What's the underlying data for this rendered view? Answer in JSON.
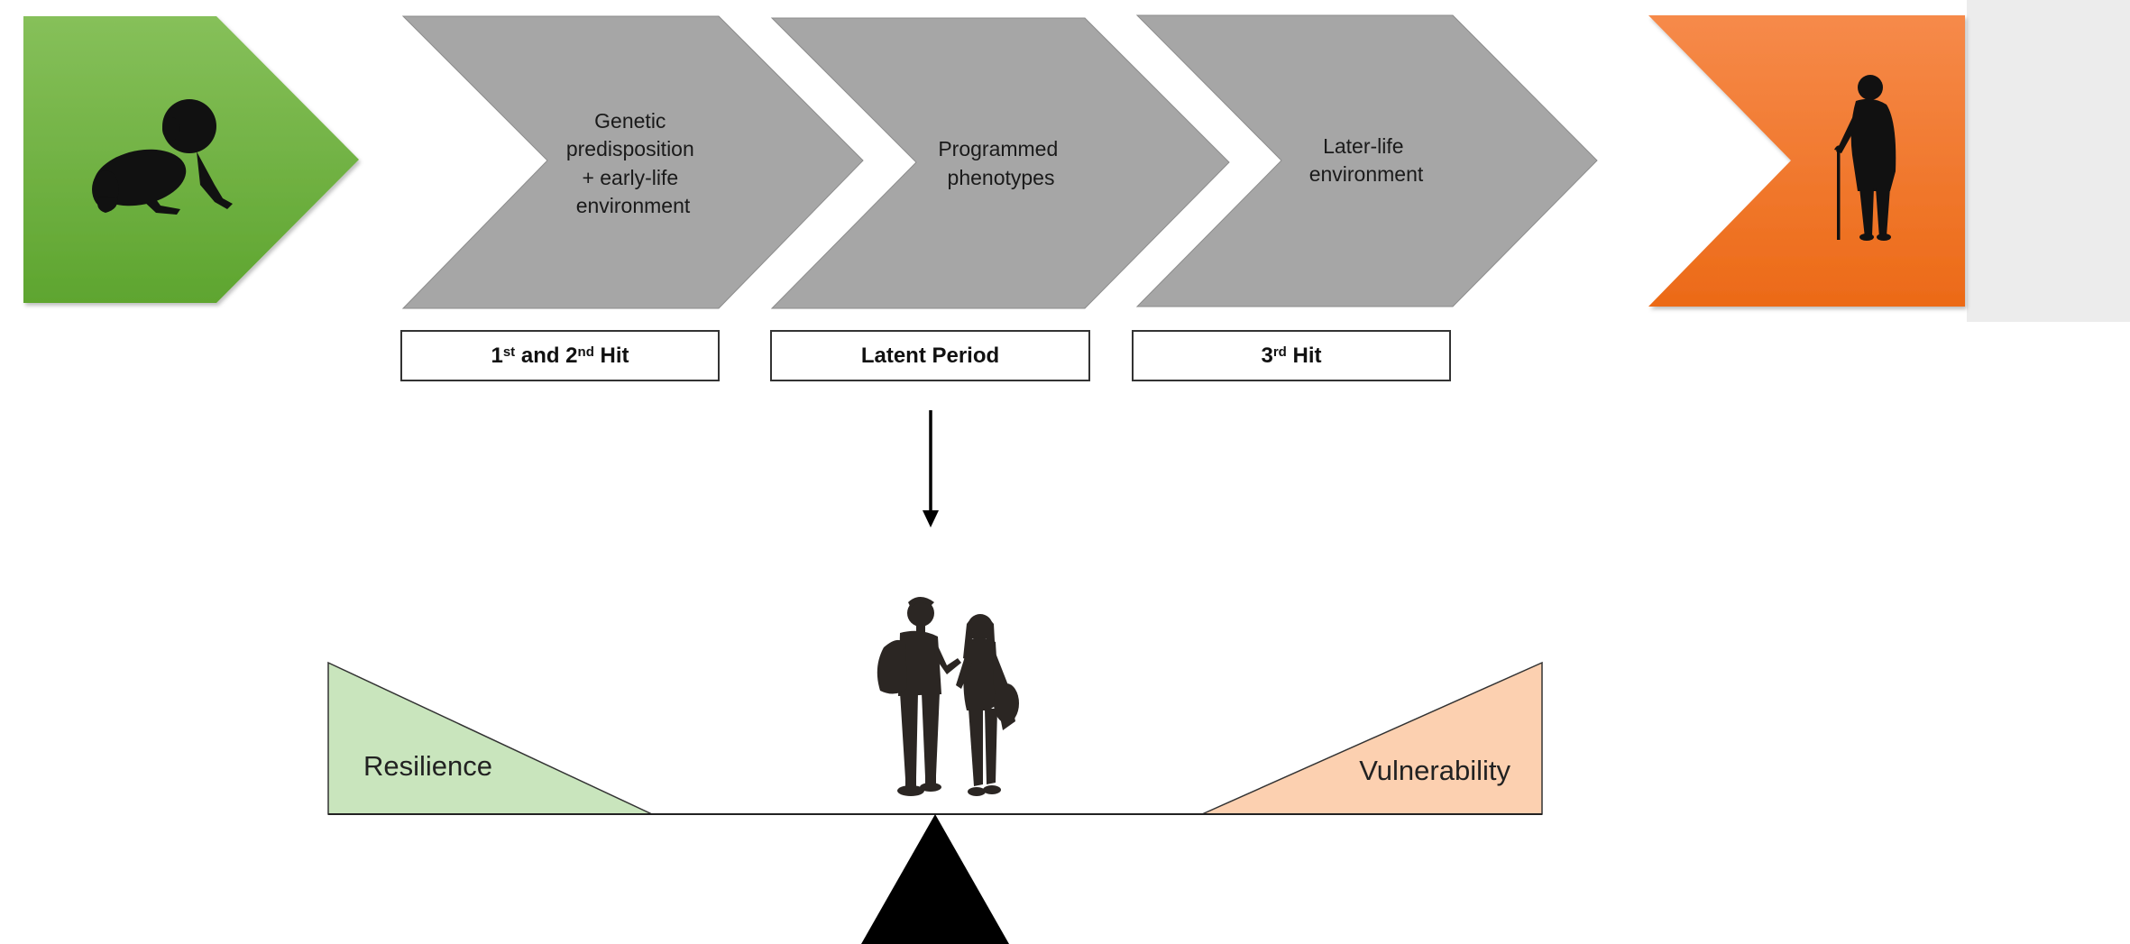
{
  "stages": [
    {
      "id": "stage-1",
      "lines": [
        "Genetic",
        "predisposition",
        "+ early-life",
        "environment"
      ]
    },
    {
      "id": "stage-2",
      "lines": [
        "Programmed",
        "phenotypes"
      ]
    },
    {
      "id": "stage-3",
      "lines": [
        "Later-life",
        "environment"
      ]
    }
  ],
  "hits": [
    {
      "main": "1",
      "sup1": "st",
      "mid": " and 2",
      "sup2": "nd",
      "tail": " Hit"
    },
    {
      "main": "Latent Period"
    },
    {
      "main": "3",
      "sup1": "rd",
      "tail": " Hit"
    }
  ],
  "balance": {
    "left_label": "Resilience",
    "right_label": "Vulnerability"
  },
  "colors": {
    "start_arrow": "#6fb23f",
    "end_arrow": "#f37b22",
    "chevron": "#a6a6a6",
    "resilience": "#c9e5bd",
    "vulnerability": "#fcd0b0"
  },
  "icons": [
    "crawling-baby-icon",
    "elderly-person-with-cane-icon",
    "adolescent-couple-icon"
  ]
}
